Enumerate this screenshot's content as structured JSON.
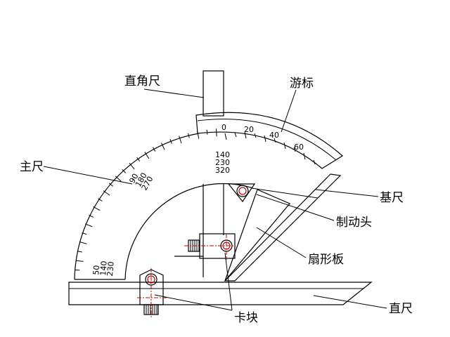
{
  "labels": {
    "square_ruler": "直角尺",
    "vernier": "游标",
    "main_scale": "主尺",
    "base_ruler": "基尺",
    "brake_head": "制动头",
    "sector_plate": "扇形板",
    "clamp_block": "卡块",
    "straight_ruler": "直尺"
  },
  "vernier_scale": [
    "0",
    "20",
    "40",
    "60"
  ],
  "main_scale_numbers": {
    "center": [
      "140",
      "230",
      "320"
    ],
    "upper_left": [
      "90",
      "180",
      "270"
    ],
    "lower_left": [
      "50",
      "140",
      "230"
    ]
  }
}
